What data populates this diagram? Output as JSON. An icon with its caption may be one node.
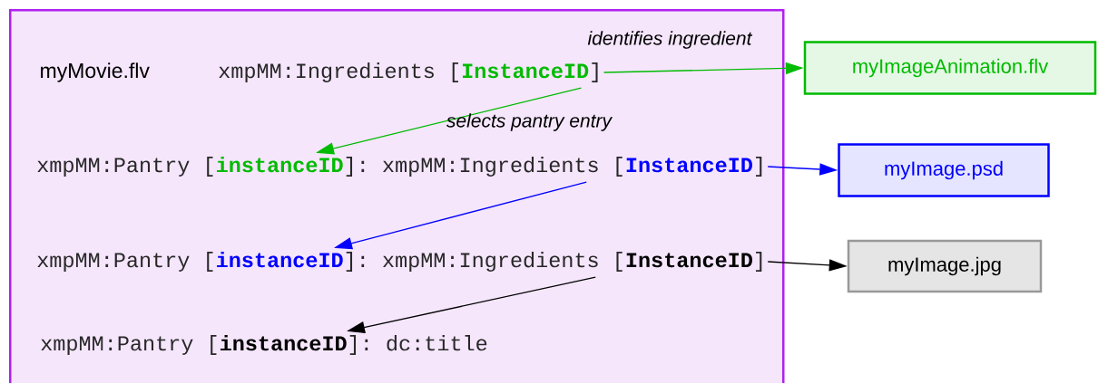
{
  "diagram": {
    "nodes": [
      {
        "text": [
          "myMovie.flv"
        ]
      },
      {
        "text": [
          "xmpMM:Ingredients [**InstanceID**]"
        ],
        "in": 0
      },
      {
        "text": [
          "myImageAnimation.flv"
        ]
      },
      {
        "text": [
          "xmpMM:Pantry [**instanceID**]: xmpMM:Ingredients [**InstanceID**]"
        ],
        "in": 0
      },
      {
        "text": [
          "myImage.psd"
        ]
      },
      {
        "text": [
          "xmpMM:Pantry [**instanceID**]: xmpMM:Ingredients [**InstanceID**]"
        ],
        "in": 0
      },
      {
        "text": [
          "myImage.jpg"
        ]
      },
      {
        "text": [
          "xmpMM:Pantry [**instanceID**]: dc:title"
        ],
        "in": 0
      }
    ],
    "edges": [
      {
        "from": 1,
        "to": 2,
        "arrow": "to",
        "label": "identifies ingredient",
        "color": "#00bb00"
      },
      {
        "from": 1,
        "to": 3,
        "arrow": "to",
        "label": "selects pantry entry",
        "color": "#00bb00"
      },
      {
        "from": 3,
        "to": 4,
        "arrow": "to",
        "color": "#0000ff"
      },
      {
        "from": 3,
        "to": 5,
        "arrow": "to",
        "color": "#0000ff"
      },
      {
        "from": 5,
        "to": 6,
        "arrow": "to",
        "color": "#000000"
      },
      {
        "from": 5,
        "to": 7,
        "arrow": "to",
        "color": "#000000"
      }
    ]
  }
}
